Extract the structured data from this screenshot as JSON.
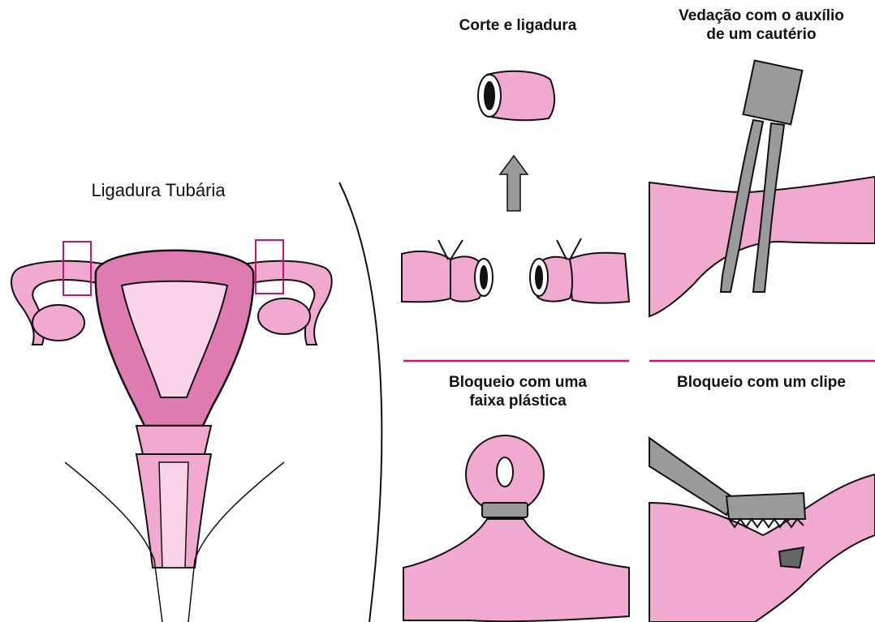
{
  "main": {
    "title": "Ligadura Tubária"
  },
  "panels": {
    "cut": {
      "title": "Corte e ligadura"
    },
    "cautery": {
      "title": "Vedação com o auxílio de um cautério",
      "line1": "Vedação com o auxílio",
      "line2": "de um cautério"
    },
    "band": {
      "title": "Bloqueio com uma faixa plástica",
      "line1": "Bloqueio com uma",
      "line2": "faixa plástica"
    },
    "clip": {
      "title": "Bloqueio com um clipe"
    }
  },
  "colors": {
    "pink": "#f2a9cf",
    "pink_dark": "#e07bb2",
    "pink_light": "#f9d4e8",
    "accent": "#cc1177",
    "ink": "#111111",
    "gray": "#9a9a9a"
  }
}
